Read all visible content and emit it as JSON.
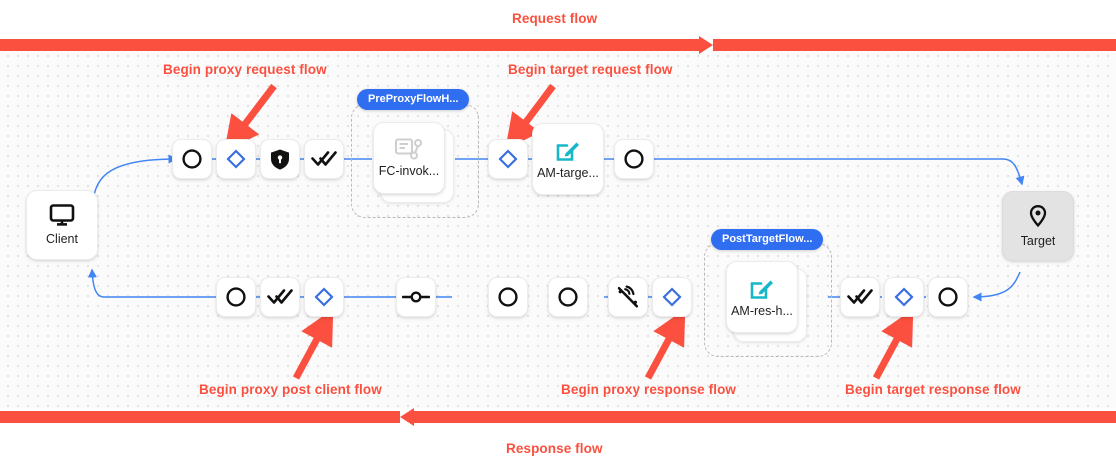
{
  "flow_bars": {
    "request": {
      "label": "Request flow",
      "color": "#fb503f"
    },
    "response": {
      "label": "Response flow",
      "color": "#fb503f"
    }
  },
  "annotations": [
    {
      "id": "begin-proxy-request-flow",
      "label": "Begin proxy request flow"
    },
    {
      "id": "begin-target-request-flow",
      "label": "Begin target request flow"
    },
    {
      "id": "begin-proxy-post-client-flow",
      "label": "Begin proxy post client flow"
    },
    {
      "id": "begin-proxy-response-flow",
      "label": "Begin proxy response flow"
    },
    {
      "id": "begin-target-response-flow",
      "label": "Begin target response flow"
    }
  ],
  "endpoints": {
    "client": {
      "label": "Client",
      "icon": "monitor-icon"
    },
    "target": {
      "label": "Target",
      "icon": "map-pin-icon"
    }
  },
  "groups": [
    {
      "id": "preproxyflowhook",
      "badge": "PreProxyFlowH...",
      "policy": {
        "label": "FC-invok...",
        "icon": "script-icon"
      }
    },
    {
      "id": "posttargetflowhook",
      "badge": "PostTargetFlow...",
      "policy": {
        "label": "AM-res-h...",
        "icon": "assign-message-icon"
      }
    }
  ],
  "request_row": {
    "nodes": [
      {
        "id": "req-start",
        "icon": "circle-icon"
      },
      {
        "id": "req-flow-1",
        "icon": "diamond-icon"
      },
      {
        "id": "req-security",
        "icon": "shield-lock-icon"
      },
      {
        "id": "req-checks",
        "icon": "double-check-icon"
      },
      {
        "id": "req-flow-2",
        "icon": "diamond-icon"
      },
      {
        "id": "req-am-target",
        "icon": "assign-message-icon",
        "label": "AM-targe..."
      },
      {
        "id": "req-end",
        "icon": "circle-icon"
      }
    ]
  },
  "response_row": {
    "nodes": [
      {
        "id": "res-client-end",
        "icon": "circle-icon"
      },
      {
        "id": "res-checks",
        "icon": "double-check-icon"
      },
      {
        "id": "res-flow-1",
        "icon": "diamond-icon"
      },
      {
        "id": "res-hub",
        "icon": "node-hub-icon"
      },
      {
        "id": "res-mid-1",
        "icon": "circle-icon"
      },
      {
        "id": "res-mid-2",
        "icon": "circle-icon"
      },
      {
        "id": "res-antenna",
        "icon": "antenna-icon"
      },
      {
        "id": "res-flow-2",
        "icon": "diamond-icon"
      },
      {
        "id": "res-target-check",
        "icon": "double-check-icon"
      },
      {
        "id": "res-flow-3",
        "icon": "diamond-icon"
      },
      {
        "id": "res-target-start",
        "icon": "circle-icon"
      }
    ]
  },
  "colors": {
    "accent_red": "#fb503f",
    "edge_blue": "#4285f4",
    "badge_blue": "#2f6ef0",
    "diamond_blue": "#3b6fe0",
    "teal": "#16b8c8",
    "canvas": "#fbfbfb",
    "grey_node": "#e3e3e3"
  }
}
